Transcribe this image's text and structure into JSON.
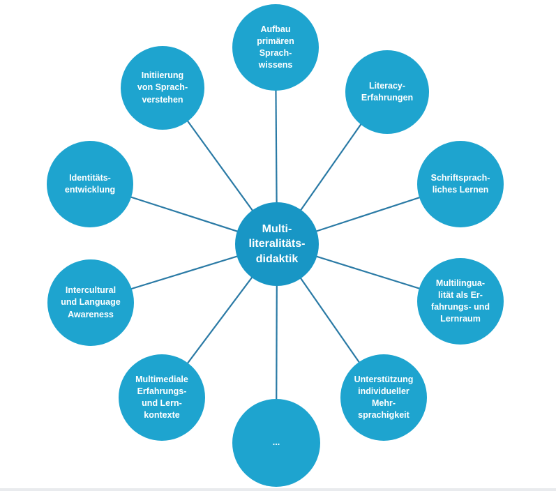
{
  "colors": {
    "node": "#1ea4cf",
    "center": "#1896c5",
    "connector": "#2a7aa5"
  },
  "center": {
    "label": "Multi-\nliteralitäts-\ndidaktik"
  },
  "nodes": [
    {
      "id": "aufbau",
      "label": "Aufbau\nprimären\nSprach-\nwissens"
    },
    {
      "id": "literacy",
      "label": "Literacy-\nErfahrungen"
    },
    {
      "id": "schriftsprachliches",
      "label": "Schriftsprach-\nliches Lernen"
    },
    {
      "id": "multilingualitaet",
      "label": "Multilingua-\nlität als Er-\nfahrungs- und\nLernraum"
    },
    {
      "id": "unterstuetzung",
      "label": "Unterstützung\nindividueller\nMehr-\nsprachigkeit"
    },
    {
      "id": "ellipsis",
      "label": "..."
    },
    {
      "id": "multimediale",
      "label": "Multimediale\nErfahrungs-\nund Lern-\nkontexte"
    },
    {
      "id": "intercultural",
      "label": "Intercultural\nund Language\nAwareness"
    },
    {
      "id": "identitaet",
      "label": "Identitäts-\nentwicklung"
    },
    {
      "id": "initiierung",
      "label": "Initiierung\nvon Sprach-\nverstehen"
    }
  ]
}
